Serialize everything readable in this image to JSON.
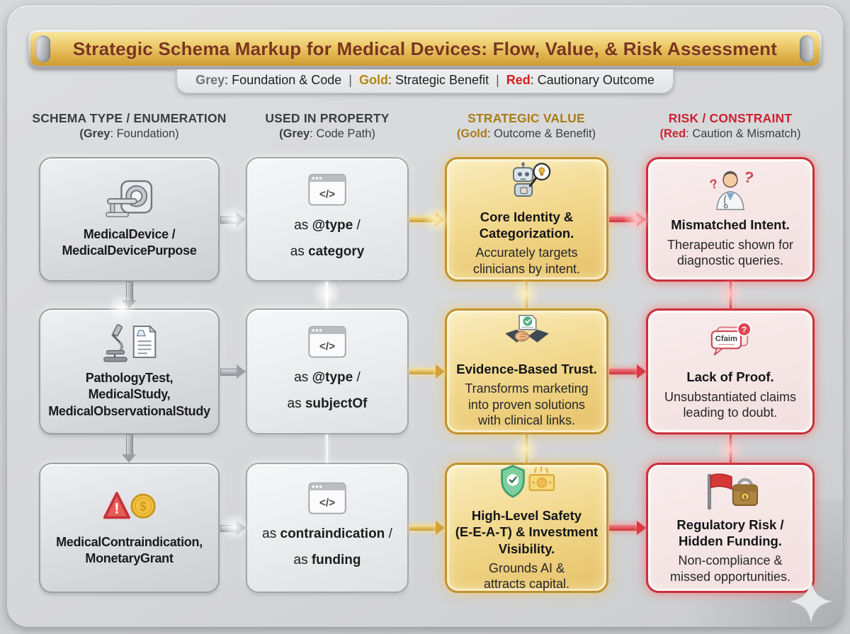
{
  "title": "Strategic Schema Markup for Medical Devices: Flow, Value, & Risk Assessment",
  "legend": {
    "grey_label": "Grey",
    "grey_text": ": Foundation & Code",
    "sep1": "|",
    "gold_label": "Gold",
    "gold_text": ": Strategic Benefit",
    "sep2": "|",
    "red_label": "Red",
    "red_text": ": Cautionary Outcome"
  },
  "columns": [
    {
      "title": "SCHEMA TYPE / ENUMERATION",
      "sub_prefix": "(Grey",
      "sub_rest": ": Foundation)"
    },
    {
      "title": "USED IN PROPERTY",
      "sub_prefix": "(Grey",
      "sub_rest": ": Code Path)"
    },
    {
      "title": "STRATEGIC VALUE",
      "sub_prefix": "(Gold",
      "sub_rest": ": Outcome & Benefit)"
    },
    {
      "title": "RISK / CONSTRAINT",
      "sub_prefix": "(Red",
      "sub_rest": ": Caution & Mismatch)"
    }
  ],
  "rows": [
    {
      "schema": {
        "icon": "ct-scanner-icon",
        "label": "MedicalDevice /\nMedicalDevicePurpose"
      },
      "property": {
        "icon": "code-window-icon",
        "as1": "as ",
        "key1": "@type",
        "tail1": " /",
        "as2": "as ",
        "key2": "category",
        "tail2": ""
      },
      "value": {
        "icon": "robot-magnifier-icon",
        "title": "Core Identity &\nCategorization.",
        "body": "Accurately targets\nclinicians by intent."
      },
      "risk": {
        "icon": "doctor-question-icon",
        "title": "Mismatched Intent.",
        "body": "Therapeutic shown for\ndiagnostic queries."
      }
    },
    {
      "schema": {
        "icon": "microscope-document-icon",
        "label": "PathologyTest,\nMedicalStudy,\nMedicalObservationalStudy"
      },
      "property": {
        "icon": "code-window-icon",
        "as1": "as ",
        "key1": "@type",
        "tail1": " /",
        "as2": "as ",
        "key2": "subjectOf",
        "tail2": ""
      },
      "value": {
        "icon": "handshake-document-icon",
        "title": "Evidence-Based Trust.",
        "body": "Transforms marketing\ninto proven solutions\nwith clinical links."
      },
      "risk": {
        "icon": "claim-bubble-icon",
        "title": "Lack of Proof.",
        "body": "Unsubstantiated claims\nleading to doubt."
      }
    },
    {
      "schema": {
        "icon": "warning-coin-icon",
        "label": "MedicalContraindication,\nMonetaryGrant"
      },
      "property": {
        "icon": "code-window-icon",
        "as1": "as ",
        "key1": "contraindication",
        "tail1": " /",
        "as2": "as ",
        "key2": "funding",
        "tail2": ""
      },
      "value": {
        "icon": "shield-money-icon",
        "title": "High-Level Safety\n(E-E-A-T) & Investment\nVisibility.",
        "body": "Grounds AI &\nattracts capital."
      },
      "risk": {
        "icon": "flag-briefcase-icon",
        "title": "Regulatory Risk /\nHidden Funding.",
        "body": "Non-compliance &\nmissed opportunities."
      }
    }
  ],
  "icons": {
    "code_glyph": "</>",
    "claim_text": "Cfaim",
    "question_glyph": "?",
    "warning_glyph": "!",
    "dollar_glyph": "$",
    "watermark": "sparkle-icon"
  },
  "colors": {
    "gold_accent": "#c9992e",
    "red_accent": "#cc2a33",
    "grey_accent": "#9b9ea3",
    "title_text": "#7a351d"
  }
}
